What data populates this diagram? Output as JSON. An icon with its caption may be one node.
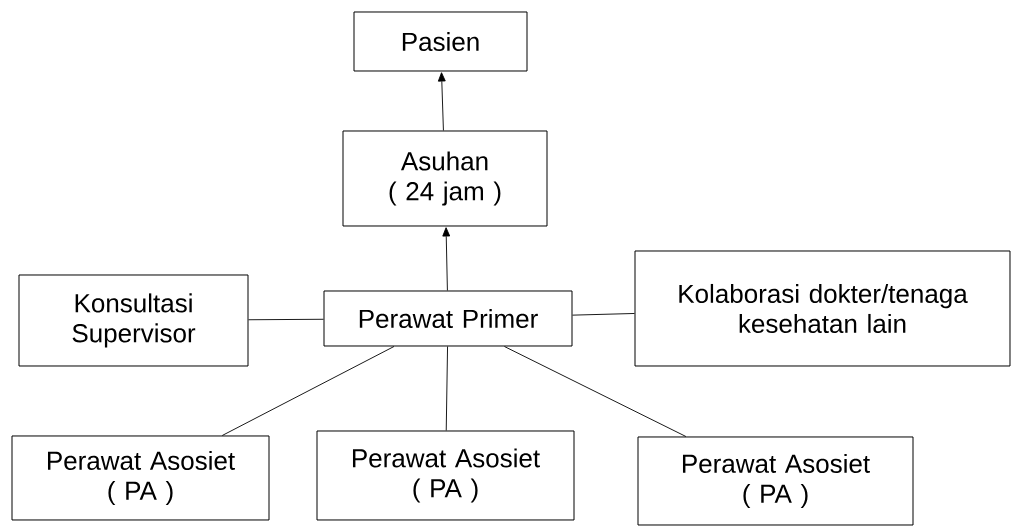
{
  "diagram": {
    "nodes": [
      {
        "text": [
          "Pasien"
        ]
      },
      {
        "text": [
          "Asuhan",
          "( 24 jam )"
        ]
      },
      {
        "text": [
          "Konsultasi Supervisor"
        ]
      },
      {
        "text": [
          "Perawat Primer"
        ]
      },
      {
        "text": [
          "Kolaborasi dokter/tenaga kesehatan lain"
        ]
      },
      {
        "text": [
          "Perawat Asosiet",
          "( PA )"
        ]
      },
      {
        "text": [
          "Perawat Asosiet",
          "( PA )"
        ]
      },
      {
        "text": [
          "Perawat Asosiet",
          "( PA )"
        ]
      }
    ],
    "edges": [
      {
        "from": 3,
        "to": 1,
        "arrow": "to"
      },
      {
        "from": 1,
        "to": 0,
        "arrow": "to"
      },
      {
        "from": 2,
        "to": 3,
        "arrow": "none"
      },
      {
        "from": 3,
        "to": 4,
        "arrow": "none"
      },
      {
        "from": 3,
        "to": 5,
        "arrow": "none"
      },
      {
        "from": 3,
        "to": 6,
        "arrow": "none"
      },
      {
        "from": 3,
        "to": 7,
        "arrow": "none"
      }
    ]
  }
}
